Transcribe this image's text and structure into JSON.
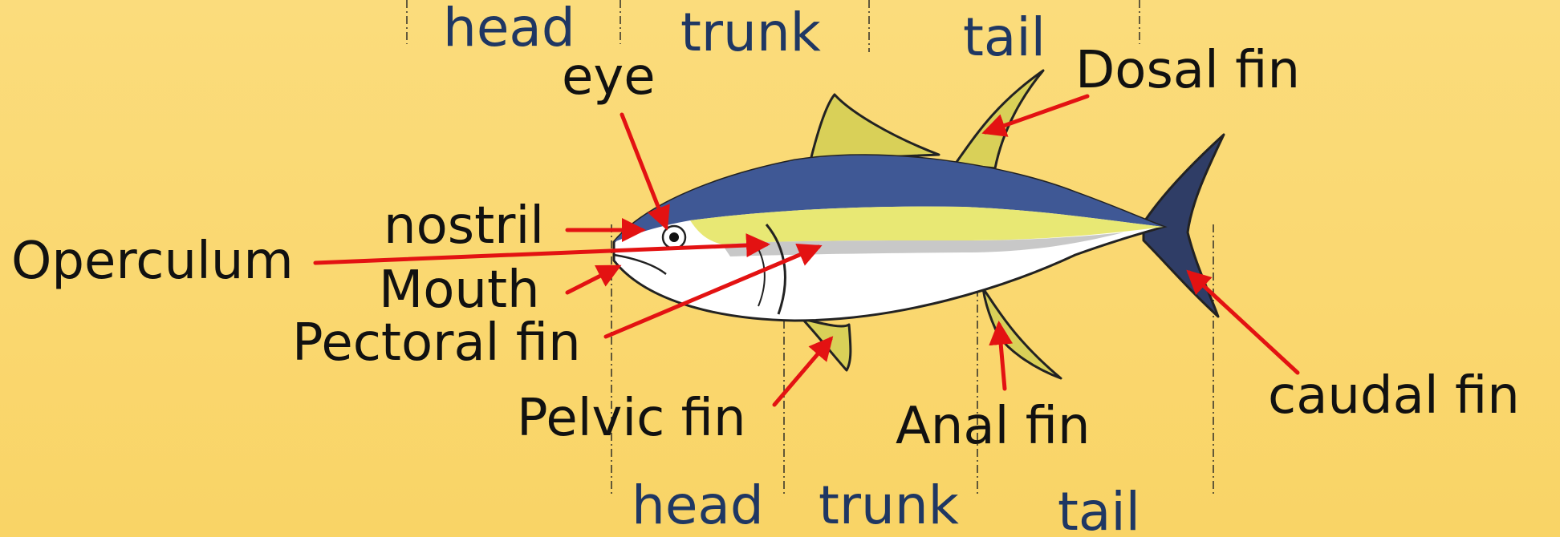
{
  "sections_top": {
    "head": "head",
    "trunk": "trunk",
    "tail": "tail"
  },
  "sections_bottom": {
    "head": "head",
    "trunk": "trunk",
    "tail": "tail"
  },
  "labels": {
    "eye": "eye",
    "dorsal_fin": "Dosal fin",
    "nostril": "nostril",
    "operculum": "Operculum",
    "mouth": "Mouth",
    "pectoral_fin": "Pectoral fin",
    "pelvic_fin": "Pelvic fin",
    "anal_fin": "Anal fin",
    "caudal_fin": "caudal fin"
  },
  "colors": {
    "background": "#fbdc7c",
    "section_text": "#1f3763",
    "arrow": "#e31212",
    "fish_back": "#3f5895",
    "fish_stripe": "#e8e874",
    "fish_belly": "#ffffff",
    "fin_yellow": "#d9d058"
  }
}
